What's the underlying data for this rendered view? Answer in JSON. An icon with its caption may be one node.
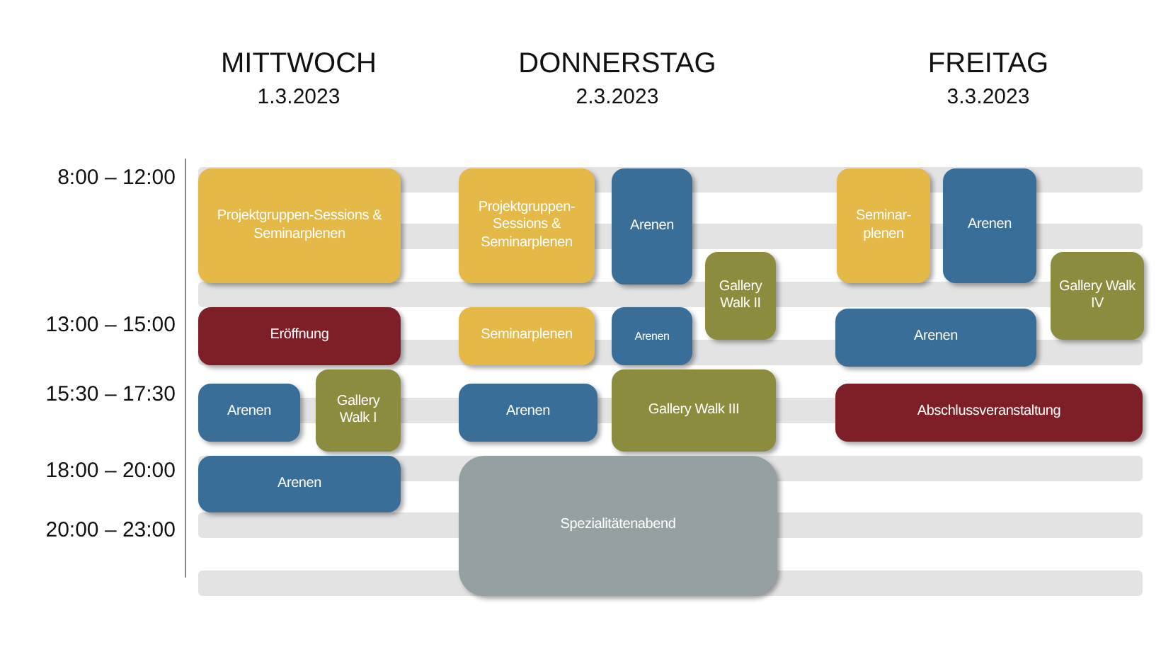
{
  "diagram": {
    "nodes": [
      {
        "text": [
          "Projektgruppen-Sessions & Seminarplenen"
        ]
      },
      {
        "text": [
          "Projektgruppen-Sessions & Seminarplenen"
        ]
      },
      {
        "text": [
          "Arenen"
        ]
      },
      {
        "text": [
          "Seminar-plenen"
        ]
      },
      {
        "text": [
          "Arenen"
        ]
      },
      {
        "text": [
          "Gallery Walk II"
        ]
      },
      {
        "text": [
          "Gallery Walk IV"
        ]
      },
      {
        "text": [
          "Eröffnung"
        ]
      },
      {
        "text": [
          "Seminarplenen"
        ]
      },
      {
        "text": [
          "Arenen"
        ]
      },
      {
        "text": [
          "Arenen"
        ]
      },
      {
        "text": [
          "Gallery Walk I"
        ]
      },
      {
        "text": [
          "Gallery Walk III"
        ]
      },
      {
        "text": [
          "Arenen"
        ]
      },
      {
        "text": [
          "Arenen"
        ]
      },
      {
        "text": [
          "Abschlussveranstaltung"
        ]
      },
      {
        "text": [
          "Arenen"
        ]
      },
      {
        "text": [
          "Spezialitätenabend"
        ]
      }
    ],
    "labels": [
      "MITTWOCH",
      "1.3.2023",
      "DONNERSTAG",
      "2.3.2023",
      "FREITAG",
      "3.3.2023",
      "8:00 – 12:00",
      "13:00 – 15:00",
      "15:30 – 17:30",
      "18:00 – 20:00",
      "20:00 – 23:00"
    ]
  }
}
